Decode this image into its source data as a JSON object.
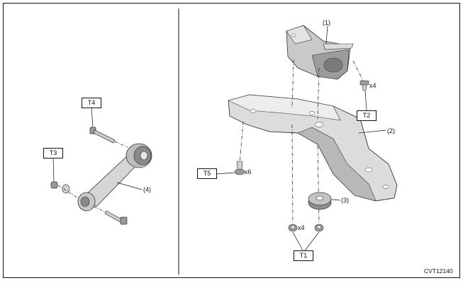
{
  "callouts": {
    "c1": "(1)",
    "c2": "(2)",
    "c3": "(3)",
    "c4": "(4)"
  },
  "torque_boxes": {
    "t1": "T1",
    "t2": "T2",
    "t3": "T3",
    "t4": "T4",
    "t5": "T5"
  },
  "quantities": {
    "q_t2": "x4",
    "q_t5": "x6",
    "q_t1": "x4"
  },
  "figure_code": "CVT12140",
  "colors": {
    "line": "#111111",
    "part_light": "#e6e6e6",
    "part_mid": "#bdbdbd",
    "part_dark": "#7a7a7a"
  }
}
